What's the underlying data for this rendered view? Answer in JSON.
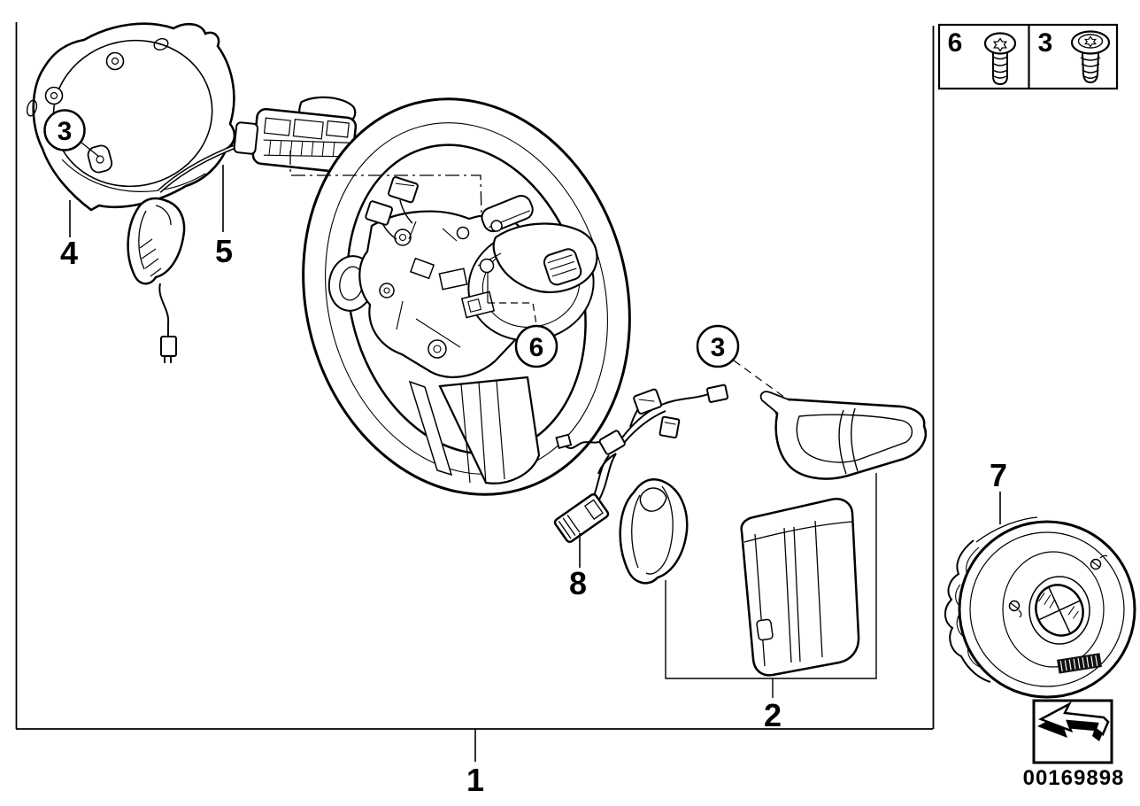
{
  "diagram": {
    "type": "exploded-parts-diagram",
    "subject": "Steering wheel with airbag",
    "background_color": "#ffffff",
    "line_color": "#000000",
    "part_labels": {
      "steering_wheel": "1",
      "trim_cover_set": "2",
      "airbag_unit_cover": "4",
      "multifunction_switch": "5",
      "airbag_module": "7",
      "connection_cable": "8"
    },
    "screw_callouts": {
      "cover_screw": "3",
      "hub_screw": "6",
      "trim_screw": "3"
    },
    "fastener_legend": {
      "cells": [
        {
          "number": "6",
          "icon": "oval-head-torx-screw-icon"
        },
        {
          "number": "3",
          "icon": "flange-head-torx-screw-icon"
        }
      ]
    },
    "footer_stamp": {
      "icon": "isometric-arrow-icon",
      "number": "00169898"
    }
  }
}
